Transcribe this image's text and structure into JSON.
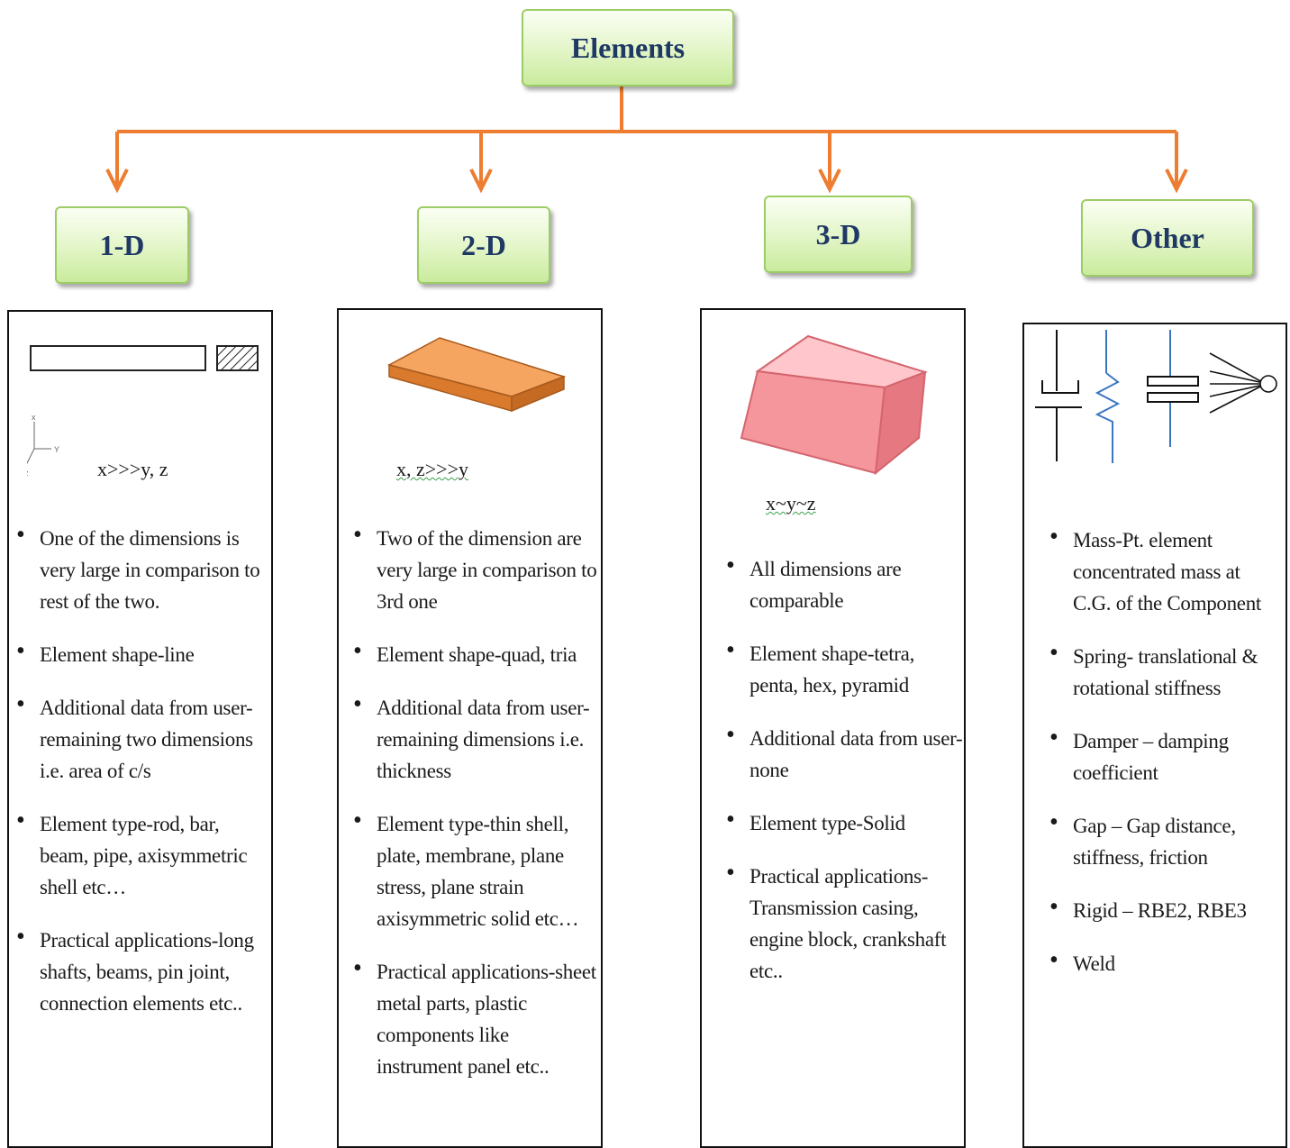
{
  "root": {
    "label": "Elements"
  },
  "categories": [
    {
      "label": "1-D",
      "relation": "x>>>y, z",
      "axes": {
        "x": "x",
        "y": "Y",
        "z": "z"
      },
      "bullets": [
        "One of the dimensions is very large in comparison to rest of the two.",
        "Element shape-line",
        "Additional data from user-remaining two dimensions i.e. area of c/s",
        "Element type-rod, bar, beam, pipe, axisymmetric shell etc…",
        "Practical applications-long shafts, beams, pin joint, connection elements etc.."
      ]
    },
    {
      "label": "2-D",
      "relation": "x, z>>>y",
      "bullets": [
        "Two of the dimension are very large in comparison to 3rd one",
        "Element shape-quad, tria",
        "Additional data from user-remaining dimensions i.e. thickness",
        "Element type-thin shell, plate, membrane, plane stress, plane strain axisymmetric solid etc…",
        "Practical applications-sheet metal parts, plastic components like instrument panel etc.."
      ]
    },
    {
      "label": "3-D",
      "relation": "x~y~z",
      "bullets": [
        "All dimensions are comparable",
        "Element shape-tetra, penta, hex, pyramid",
        "Additional data from user-none",
        "Element type-Solid",
        "Practical applications-Transmission casing, engine block, crankshaft etc.."
      ]
    },
    {
      "label": "Other",
      "bullets": [
        "Mass-Pt. element concentrated mass at C.G. of the Component",
        "Spring- translational & rotational stiffness",
        "Damper – damping coefficient",
        "Gap – Gap distance, stiffness, friction",
        "Rigid – RBE2, RBE3",
        "Weld"
      ]
    }
  ],
  "colors": {
    "connector": "#ed7d31",
    "node_border": "#9ccc65",
    "node_text": "#1f3864",
    "plate": "#e58b3f",
    "solid": "#f4a0a6",
    "spring": "#3a75c4"
  }
}
